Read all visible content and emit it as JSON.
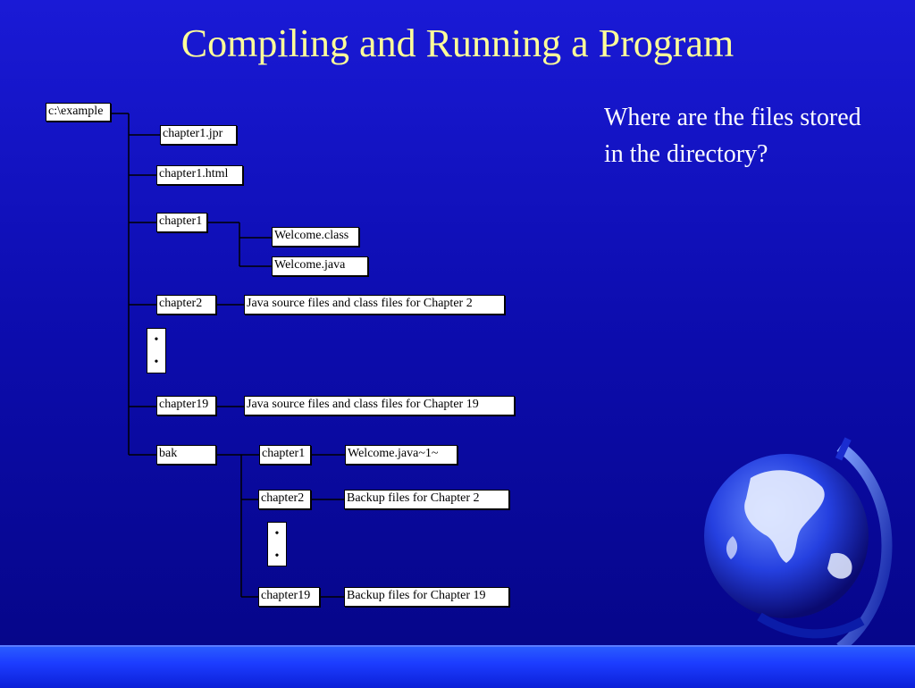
{
  "slide": {
    "title": "Compiling and Running a Program",
    "question": "Where are the files stored in the directory?"
  },
  "tree": {
    "root": "c:\\example",
    "chapter1_jpr": "chapter1.jpr",
    "chapter1_html": "chapter1.html",
    "chapter1": "chapter1",
    "welcome_class": "Welcome.class",
    "welcome_java": "Welcome.java",
    "chapter2": "chapter2",
    "chapter2_desc": "Java source files and class files for Chapter 2",
    "dots": "•",
    "chapter19": "chapter19",
    "chapter19_desc": "Java source files and class files  for Chapter 19",
    "bak": "bak",
    "bak_chapter1": "chapter1",
    "bak_chapter1_file": "Welcome.java~1~",
    "bak_chapter2": "chapter2",
    "bak_chapter2_desc": "Backup files for Chapter 2",
    "bak_chapter19": "chapter19",
    "bak_chapter19_desc": "Backup files for Chapter 19"
  },
  "colors": {
    "title": "#ffff99",
    "background": "#0d0db0",
    "box": "#ffffff"
  }
}
